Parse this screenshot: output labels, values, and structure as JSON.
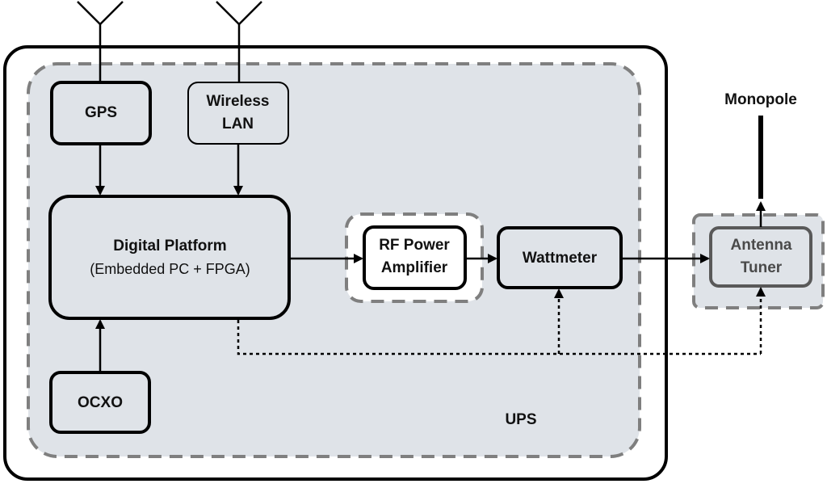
{
  "diagram": {
    "blocks": {
      "gps": "GPS",
      "wireless_lan": [
        "Wireless",
        "LAN"
      ],
      "digital_platform": [
        "Digital Platform",
        "(Embedded PC + FPGA)"
      ],
      "rf_power_amplifier": [
        "RF Power",
        "Amplifier"
      ],
      "wattmeter": "Wattmeter",
      "antenna_tuner": [
        "Antenna",
        "Tuner"
      ],
      "ocxo": "OCXO"
    },
    "container_labels": {
      "ups": "UPS",
      "monopole": "Monopole"
    },
    "colors": {
      "block_fill": "#dfe3e8",
      "container_fill": "#dfe3e8",
      "outline": "#000000",
      "dashed_outline": "#7f7f7f",
      "tuner_text": "#4a4a4a"
    }
  }
}
